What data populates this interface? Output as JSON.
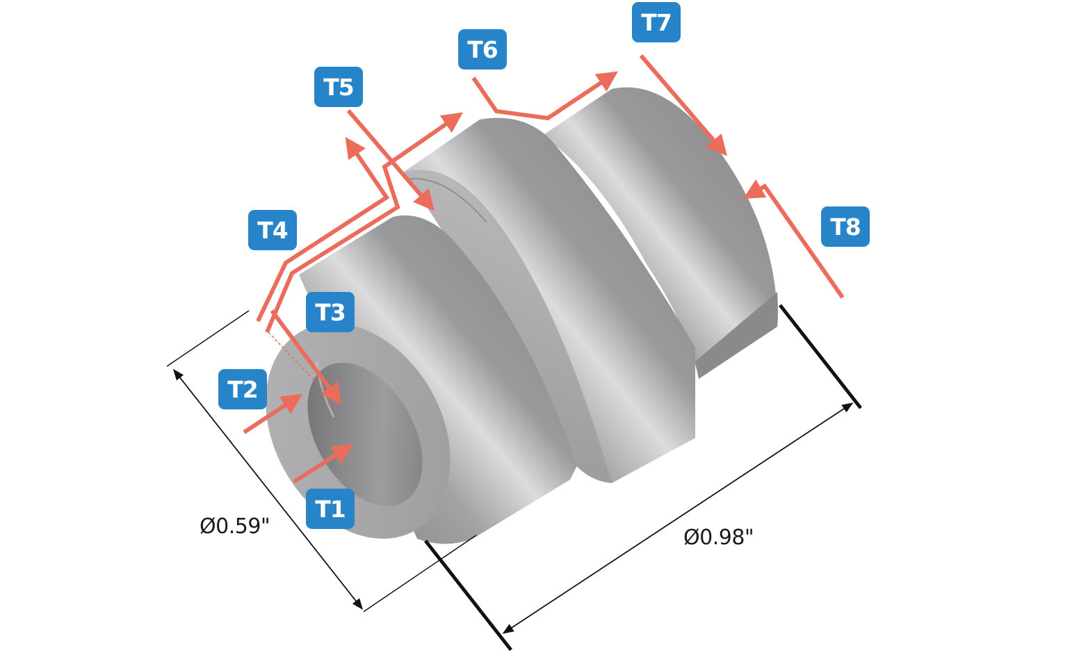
{
  "diagram": {
    "subject": "stepped cylindrical bushing",
    "colors": {
      "badge": "#2784c8",
      "badge_text": "#ffffff",
      "arrow": "#ec6c5c",
      "dimension": "#111111",
      "metal_light": "#c4c4c6",
      "metal_mid": "#9d9d9f",
      "metal_dark": "#6f6f71"
    },
    "labels": [
      {
        "id": "T1",
        "text": "T1"
      },
      {
        "id": "T2",
        "text": "T2"
      },
      {
        "id": "T3",
        "text": "T3"
      },
      {
        "id": "T4",
        "text": "T4"
      },
      {
        "id": "T5",
        "text": "T5"
      },
      {
        "id": "T6",
        "text": "T6"
      },
      {
        "id": "T7",
        "text": "T7"
      },
      {
        "id": "T8",
        "text": "T8"
      }
    ],
    "dimensions": {
      "small_diameter": "Ø0.59\"",
      "large_diameter": "Ø0.98\""
    }
  }
}
